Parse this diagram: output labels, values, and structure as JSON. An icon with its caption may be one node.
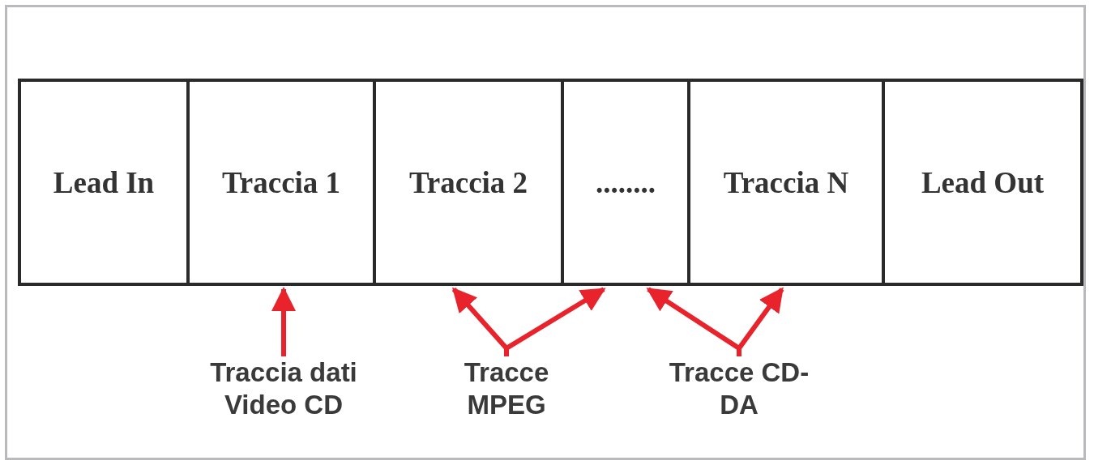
{
  "diagram": {
    "nodes": [
      {
        "text": [
          "Lead In"
        ]
      },
      {
        "text": [
          "Traccia 1"
        ]
      },
      {
        "text": [
          "Traccia 2"
        ]
      },
      {
        "text": [
          "........"
        ]
      },
      {
        "text": [
          "Traccia N"
        ]
      },
      {
        "text": [
          "Lead Out"
        ]
      },
      {
        "text": [
          "Traccia dati Video CD"
        ]
      },
      {
        "text": [
          "Tracce MPEG"
        ]
      },
      {
        "text": [
          "Tracce CD-DA"
        ]
      }
    ],
    "edges": [
      {
        "from": 6,
        "to": 1,
        "arrow": "to"
      },
      {
        "from": 7,
        "to": 2,
        "arrow": "to"
      },
      {
        "from": 7,
        "to": 3,
        "arrow": "to"
      },
      {
        "from": 8,
        "to": 3,
        "arrow": "to"
      },
      {
        "from": 8,
        "to": 4,
        "arrow": "to"
      }
    ]
  }
}
